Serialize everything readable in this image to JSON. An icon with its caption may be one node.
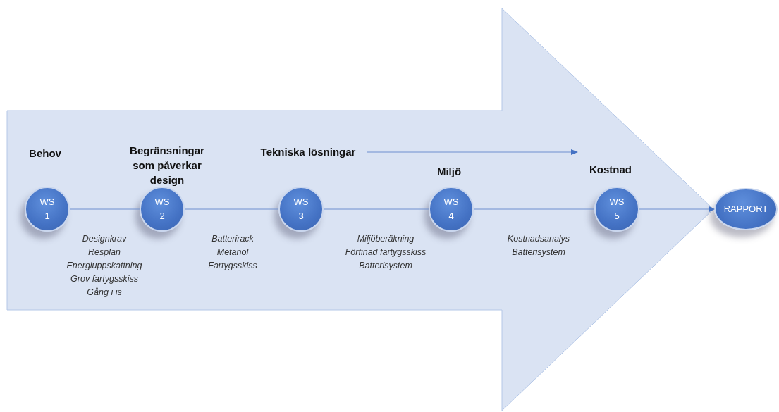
{
  "diagram": {
    "nodes": [
      {
        "text": [],
        "shape": "arrow"
      },
      {
        "text": [
          "WS 1"
        ],
        "in": 0
      },
      {
        "text": [
          "WS 2"
        ],
        "in": 0
      },
      {
        "text": [
          "WS 3"
        ],
        "in": 0
      },
      {
        "text": [
          "WS 4"
        ],
        "in": 0
      },
      {
        "text": [
          "WS 5"
        ],
        "in": 0
      },
      {
        "text": [
          "RAPPORT"
        ]
      }
    ],
    "edges": [
      {
        "from": 1,
        "to": 2,
        "arrow": "none"
      },
      {
        "from": 2,
        "to": 3,
        "arrow": "none"
      },
      {
        "from": 3,
        "to": 4,
        "arrow": "none"
      },
      {
        "from": 4,
        "to": 5,
        "arrow": "none"
      },
      {
        "from": 5,
        "to": 6,
        "arrow": "to"
      }
    ],
    "labels": [
      "Behov",
      "Begränsningar som påverkar design",
      "Tekniska lösningar",
      "Miljö",
      "Kostnad",
      "Designkrav",
      "Resplan",
      "Energiuppskattning",
      "Grov fartygsskiss",
      "Gång i is",
      "Batterirack",
      "Metanol",
      "Fartygsskiss",
      "Miljöberäkning",
      "Förfinad fartygsskiss",
      "Batterisystem",
      "Kostnadsanalys",
      "Batterisystem"
    ]
  }
}
